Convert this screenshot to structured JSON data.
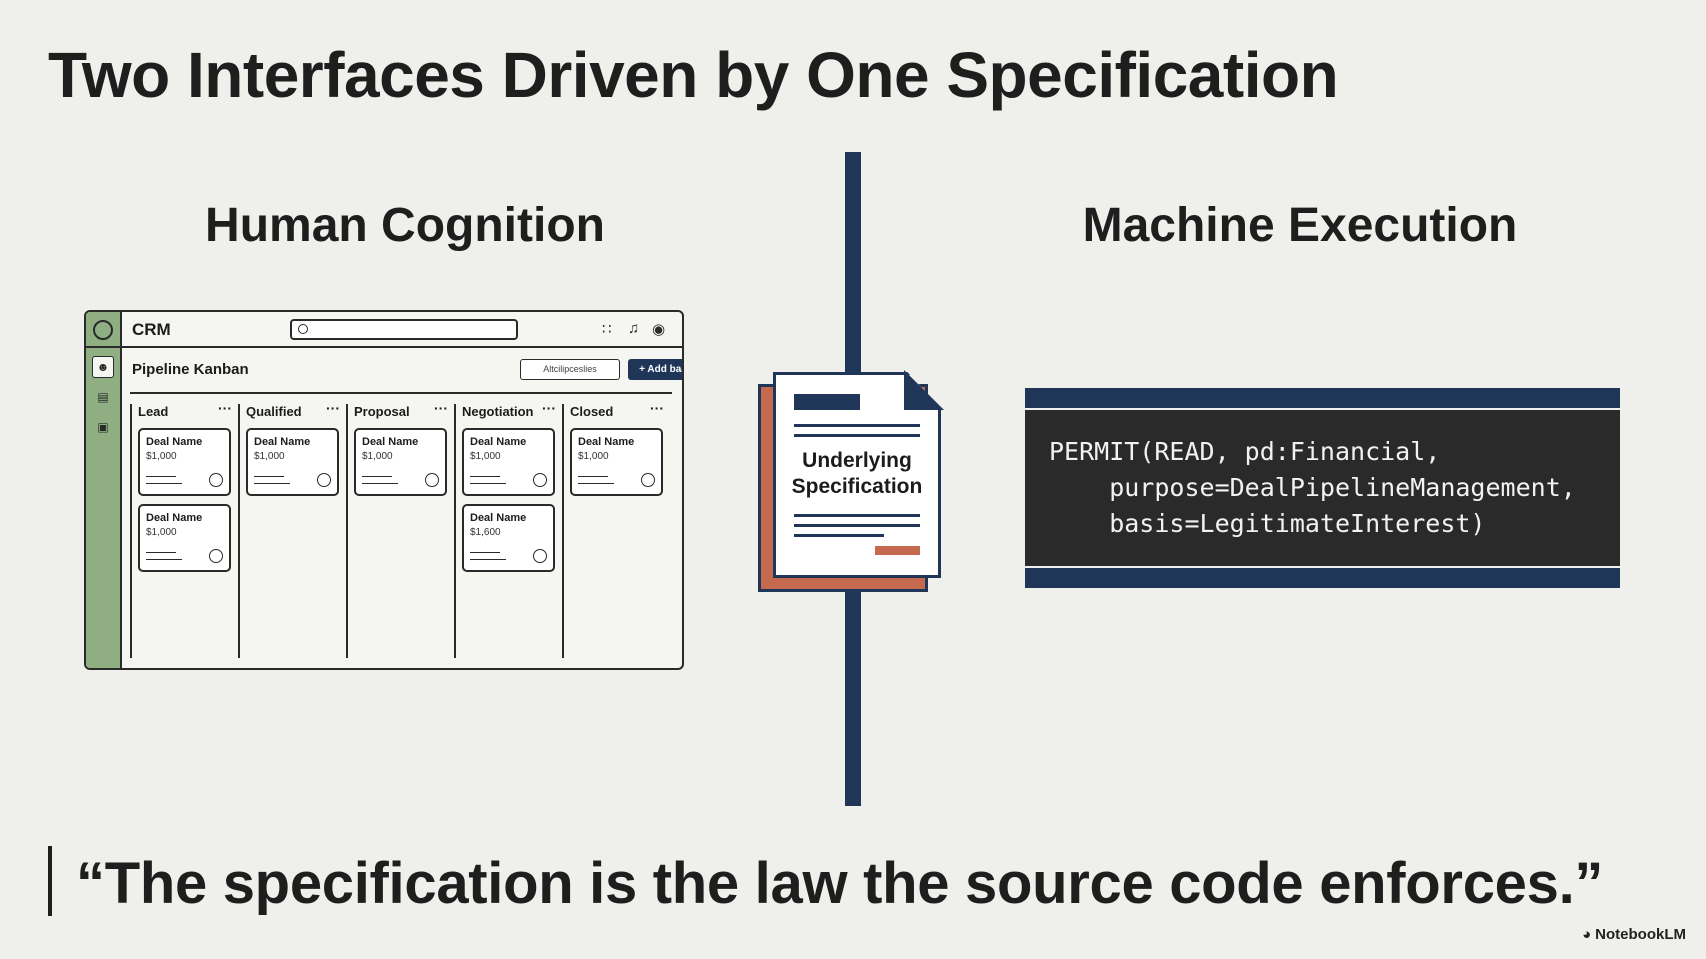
{
  "title": "Two Interfaces Driven by One Specification",
  "left_heading": "Human Cognition",
  "right_heading": "Machine Execution",
  "crm": {
    "app_name": "CRM",
    "search_placeholder": "",
    "board_title": "Pipeline Kanban",
    "filter_label": "Altcilipceslies",
    "add_label": "+ Add baard",
    "lanes": [
      {
        "name": "Lead",
        "cards": [
          {
            "name": "Deal Name",
            "value": "$1,000"
          },
          {
            "name": "Deal Name",
            "value": "$1,000"
          }
        ]
      },
      {
        "name": "Qualified",
        "cards": [
          {
            "name": "Deal Name",
            "value": "$1,000"
          }
        ]
      },
      {
        "name": "Proposal",
        "cards": [
          {
            "name": "Deal Name",
            "value": "$1,000"
          }
        ]
      },
      {
        "name": "Negotiation",
        "cards": [
          {
            "name": "Deal Name",
            "value": "$1,000"
          },
          {
            "name": "Deal Name",
            "value": "$1,600"
          }
        ]
      },
      {
        "name": "Closed",
        "cards": [
          {
            "name": "Deal Name",
            "value": "$1,000"
          }
        ]
      }
    ],
    "lane_menu": "···"
  },
  "spec": {
    "label_line1": "Underlying",
    "label_line2": "Specification"
  },
  "code": {
    "text": "PERMIT(READ, pd:Financial,\n    purpose=DealPipelineManagement,\n    basis=LegitimateInterest)"
  },
  "quote": "“The specification is the law the source code enforces.”",
  "brand": "NotebookLM",
  "colors": {
    "navy": "#1f3659",
    "terracotta": "#c56a4f",
    "sage": "#8fae82",
    "background": "#efefeb"
  }
}
